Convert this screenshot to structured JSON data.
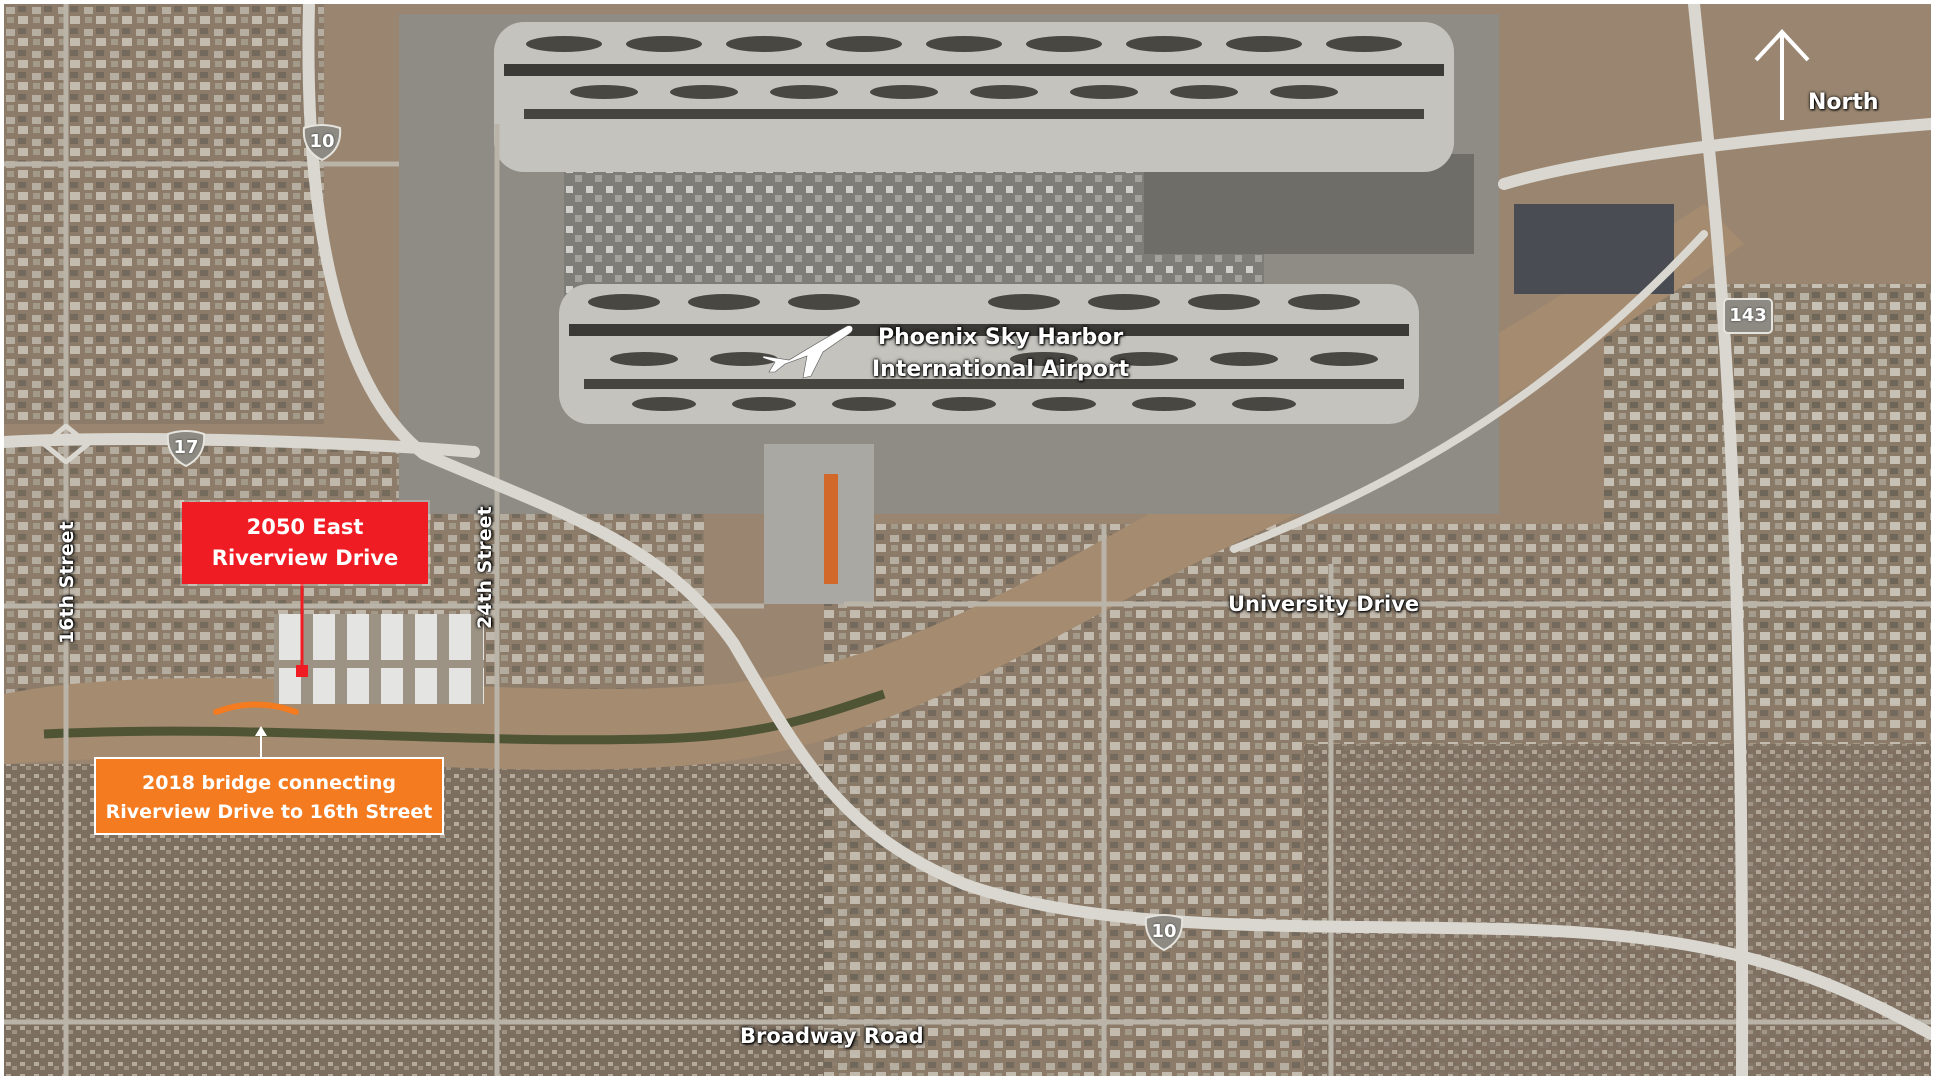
{
  "map": {
    "type": "satellite",
    "colors": {
      "terrain": "#9a8670",
      "runway": "#b8b8b0",
      "road": "#cfcfc8",
      "red_callout": "#ef1c24",
      "orange_callout": "#f47b20",
      "river": "#3f4a2c"
    }
  },
  "airport": {
    "line1": "Phoenix Sky Harbor",
    "line2": "International Airport",
    "icon": "airplane-icon"
  },
  "streets": {
    "sixteenth": "16th Street",
    "twentyfourth": "24th Street",
    "university": "University Drive",
    "broadway": "Broadway Road"
  },
  "callouts": {
    "site_line1": "2050 East",
    "site_line2": "Riverview Drive",
    "bridge_line1": "2018 bridge connecting",
    "bridge_line2": "Riverview Drive to 16th Street"
  },
  "shields": {
    "i10_north": "10",
    "i17": "17",
    "sr143": "143",
    "i10_south": "10"
  },
  "compass": {
    "label": "North",
    "icon": "north-arrow-icon"
  }
}
